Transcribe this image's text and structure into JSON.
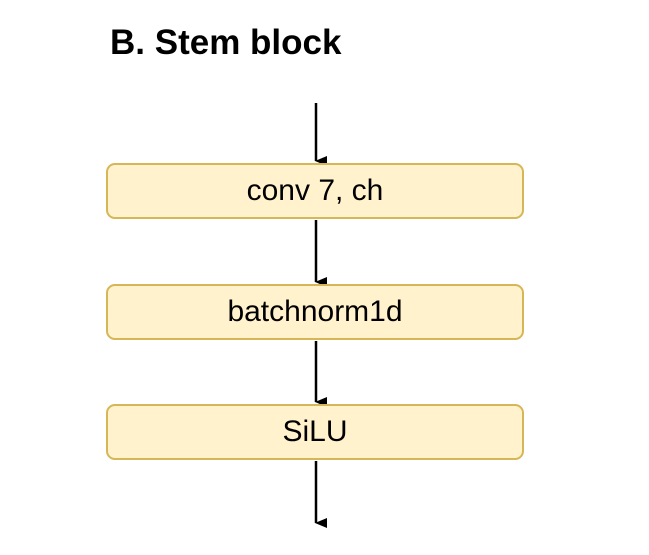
{
  "diagram": {
    "title": "B. Stem block",
    "blocks": [
      {
        "label": "conv 7, ch"
      },
      {
        "label": "batchnorm1d"
      },
      {
        "label": "SiLU"
      }
    ],
    "colors": {
      "block_fill": "#fff2cc",
      "block_border": "#d6b656",
      "arrow": "#000000",
      "text": "#000000"
    }
  }
}
